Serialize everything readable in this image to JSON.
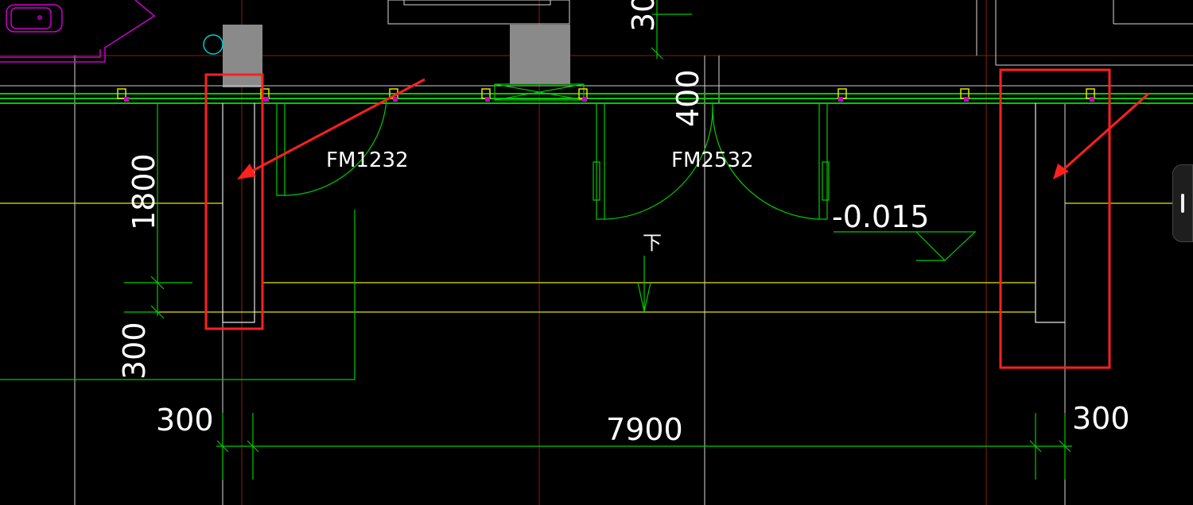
{
  "drawing": {
    "dimensions": {
      "left_height_1800": "1800",
      "left_height_300": "300",
      "top_300_clipped": "30",
      "top_400": "400",
      "bottom_left_300": "300",
      "bottom_span_7900": "7900",
      "bottom_right_300": "300"
    },
    "labels": {
      "door_left": "FM1232",
      "door_middle": "FM2532",
      "elevation": "-0.015",
      "step_down": "下"
    },
    "colors": {
      "background": "#000000",
      "wall_green": "#00cc00",
      "axis_red": "#b22222",
      "yellow": "#e6e600",
      "magenta": "#cc00cc",
      "highlight_red": "#ff2020",
      "gray_column": "#8a8a8a",
      "white": "#ffffff"
    }
  },
  "ui": {
    "scroll_handle_icon": "scroll-handle-icon"
  }
}
